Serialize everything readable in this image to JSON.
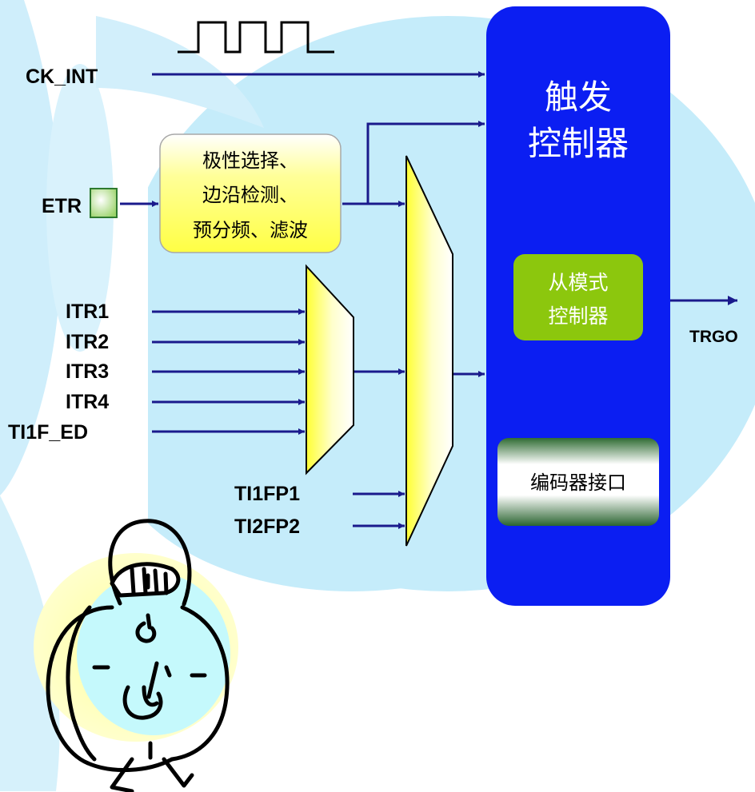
{
  "inputs": {
    "ck_int": "CK_INT",
    "etr": "ETR",
    "itr1": "ITR1",
    "itr2": "ITR2",
    "itr3": "ITR3",
    "itr4": "ITR4",
    "ti1f_ed": "TI1F_ED",
    "ti1fp1": "TI1FP1",
    "ti2fp2": "TI2FP2"
  },
  "etr_block": {
    "line1": "极性选择、",
    "line2": "边沿检测、",
    "line3": "预分频、滤波"
  },
  "controller": {
    "title_line1": "触发",
    "title_line2": "控制器",
    "slave_line1": "从模式",
    "slave_line2": "控制器",
    "encoder": "编码器接口"
  },
  "output": {
    "trgo": "TRGO"
  },
  "colors": {
    "controller_blue": "#0b1ef2",
    "wire_navy": "#1a1a8c",
    "slave_green": "#8cc70d",
    "mux_yellow": "#ffff33",
    "etr_box_yellow": "#ffff66",
    "background_cyan": "#c5ecfa"
  }
}
